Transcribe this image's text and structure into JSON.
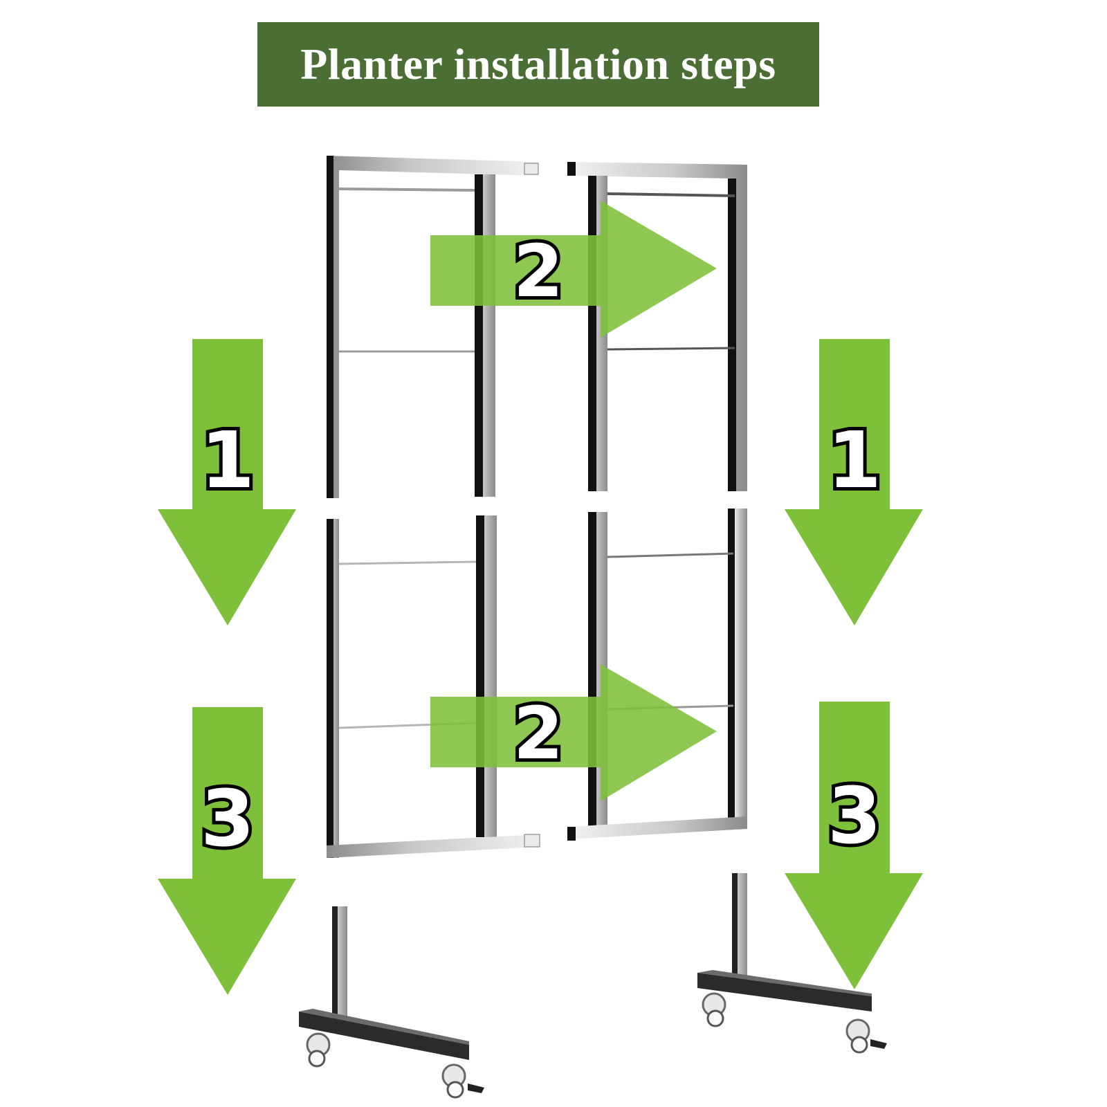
{
  "title": "Planter installation steps",
  "colors": {
    "banner_bg": "#4a6e34",
    "arrow_green": "#7ec03a",
    "frame_dark": "#111111",
    "frame_light": "#d9d9d9"
  },
  "steps": {
    "left_top": "1",
    "right_top": "1",
    "center_top": "2",
    "center_bottom": "2",
    "left_bottom": "3",
    "right_bottom": "3"
  }
}
